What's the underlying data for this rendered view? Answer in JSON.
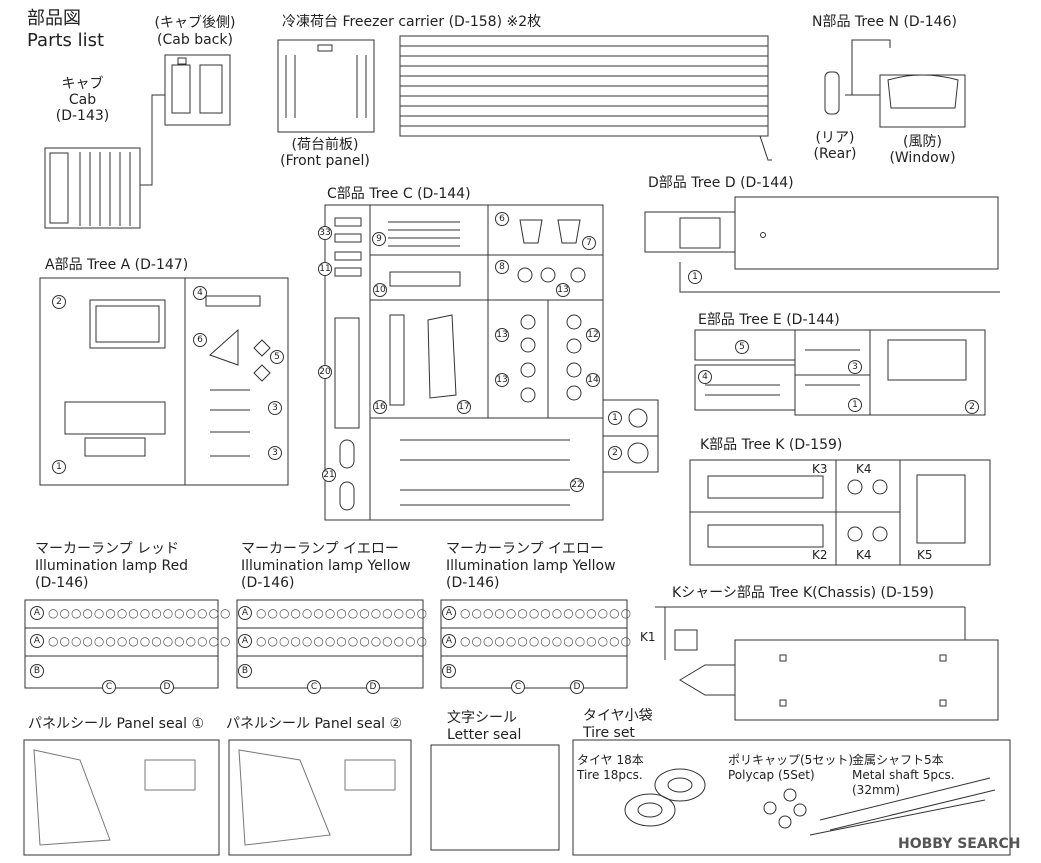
{
  "header": {
    "title_jp": "部品図",
    "title_en": "Parts list"
  },
  "cab": {
    "jp": "キャブ",
    "en": "Cab",
    "code": "(D-143)"
  },
  "cab_back": {
    "jp": "(キャブ後側)",
    "en": "(Cab back)"
  },
  "freezer": {
    "title": "冷凍荷台 Freezer carrier (D-158) ※2枚",
    "front_jp": "(荷台前板)",
    "front_en": "(Front panel)"
  },
  "tree_n": {
    "title": "N部品 Tree N (D-146)",
    "rear_jp": "(リア)",
    "rear_en": "(Rear)",
    "window_jp": "(風防)",
    "window_en": "(Window)"
  },
  "tree_c": {
    "title": "C部品 Tree C (D-144)",
    "numbers": [
      "33",
      "9",
      "6",
      "7",
      "11",
      "8",
      "10",
      "13",
      "20",
      "16",
      "17",
      "13",
      "12",
      "13",
      "14",
      "21",
      "22",
      "1",
      "2"
    ]
  },
  "tree_d": {
    "title": "D部品 Tree D (D-144)",
    "numbers": [
      "1"
    ]
  },
  "tree_a": {
    "title": "A部品 Tree A (D-147)",
    "numbers": [
      "2",
      "4",
      "6",
      "5",
      "1",
      "3",
      "3"
    ]
  },
  "tree_e": {
    "title": "E部品 Tree E (D-144)",
    "numbers": [
      "5",
      "4",
      "3",
      "1",
      "2"
    ]
  },
  "tree_k": {
    "title": "K部品 Tree K (D-159)",
    "labels": [
      "K3",
      "K4",
      "K2",
      "K4",
      "K5"
    ]
  },
  "chassis": {
    "title": "Kシャーシ部品 Tree K(Chassis) (D-159)",
    "label": "K1"
  },
  "lamps": [
    {
      "jp": "マーカーランプ レッド",
      "en": "Illumination lamp Red",
      "code": "(D-146)"
    },
    {
      "jp": "マーカーランプ イエロー",
      "en": "Illumination lamp Yellow",
      "code": "(D-146)"
    },
    {
      "jp": "マーカーランプ イエロー",
      "en": "Illumination lamp Yellow",
      "code": "(D-146)"
    }
  ],
  "lamp_markers": [
    "A",
    "A",
    "B",
    "C",
    "D"
  ],
  "seals": {
    "panel1": "パネルシール Panel seal ①",
    "panel2": "パネルシール Panel seal ②",
    "letter_jp": "文字シール",
    "letter_en": "Letter seal"
  },
  "tireset": {
    "jp": "タイヤ小袋",
    "en": "Tire set",
    "tire_jp": "タイヤ 18本",
    "tire_en": "Tire 18pcs.",
    "poly_jp": "ポリキャップ(5セット)",
    "poly_en": "Polycap (5Set)",
    "shaft_jp": "金属シャフト5本",
    "shaft_en": "Metal shaft 5pcs.",
    "shaft_size": "(32mm)"
  },
  "watermark": "HOBBY SEARCH"
}
